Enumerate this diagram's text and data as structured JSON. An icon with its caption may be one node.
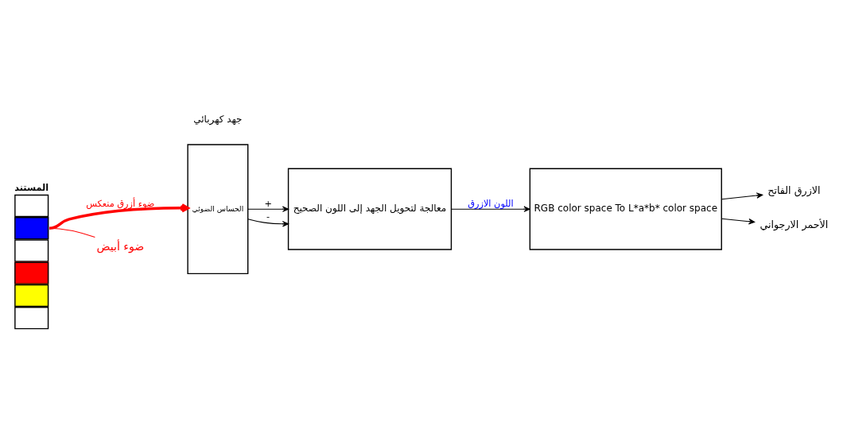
{
  "diagram": {
    "nodes": [
      {
        "text": [
          "المستند"
        ]
      },
      {
        "text": [
          "الحساس الضوئي"
        ]
      },
      {
        "text": [
          "ضوء أبيض"
        ]
      },
      {
        "text": [
          "معالجة لتحويل الجهد إلى اللون الصحيح"
        ]
      },
      {
        "text": [
          "RGB color space To L*a*b* color space"
        ]
      },
      {
        "text": [
          "الازرق الفاتح"
        ]
      },
      {
        "text": [
          "الأحمر الارجواني"
        ]
      }
    ],
    "edges": [
      {
        "from": 0,
        "to": 1,
        "arrow": "to",
        "label": "ضوء أزرق منعكس",
        "style": "thick",
        "color": "#ff0000"
      },
      {
        "from": 0,
        "to": 2,
        "arrow": "none",
        "color": "#ff0000"
      },
      {
        "from": 1,
        "to": 3,
        "arrow": "to",
        "label": "+"
      },
      {
        "from": 1,
        "to": 3,
        "arrow": "to",
        "label": "-"
      },
      {
        "from": 3,
        "to": 4,
        "arrow": "to",
        "label": "اللون الازرق"
      },
      {
        "from": 4,
        "to": 5,
        "arrow": "to"
      },
      {
        "from": 4,
        "to": 6,
        "arrow": "to"
      }
    ],
    "labels": [
      "جهد كهربائي"
    ]
  }
}
